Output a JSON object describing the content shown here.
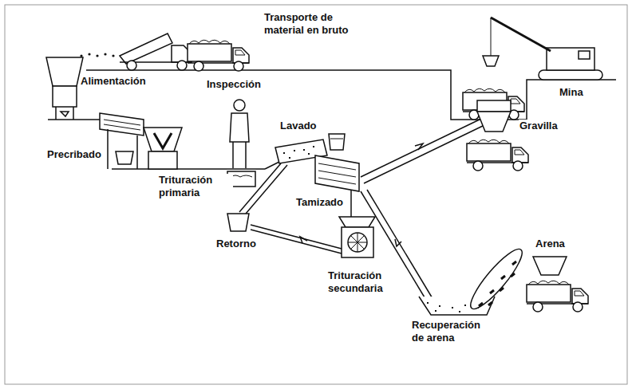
{
  "diagram": {
    "labels": [
      "Transporte de material en bruto",
      "Alimentación",
      "Mina",
      "Inspección",
      "Precribado",
      "Lavado",
      "Gravilla",
      "Trituración primaria",
      "Tamizado",
      "Retorno",
      "Arena",
      "Trituración secundaria",
      "Recuperación de arena"
    ]
  }
}
